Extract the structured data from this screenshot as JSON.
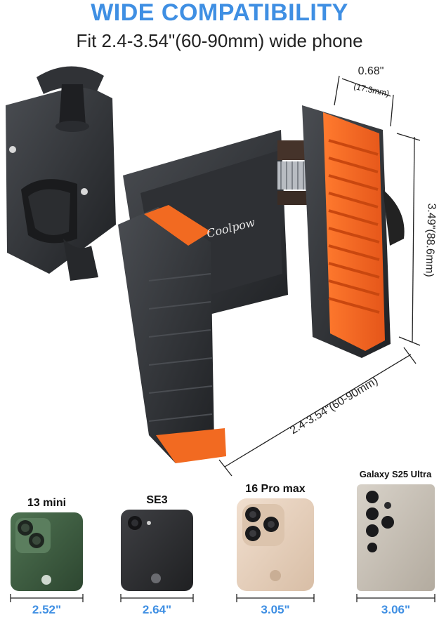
{
  "headline": "WIDE COMPATIBILITY",
  "subheadline": "Fit 2.4-3.54\"(60-90mm) wide phone",
  "brand": "Coolpow",
  "dimensions": {
    "depth_in": "0.68\"",
    "depth_mm": "(17.3mm)",
    "height": "3.49\"(88.6mm)",
    "width_range": "2.4-3.54\"(60-90mm)"
  },
  "phones": [
    {
      "label": "13 mini",
      "width": "2.52\""
    },
    {
      "label": "SE3",
      "width": "2.64\""
    },
    {
      "label": "16 Pro max",
      "width": "3.05\""
    },
    {
      "label": "Galaxy S25 Ultra",
      "width": "3.06\""
    }
  ],
  "colors": {
    "accent_blue": "#3f8fe3",
    "orange": "#f26a21",
    "body_dark": "#2b2d31",
    "phone_green": "#3d5c3f",
    "phone_black": "#2f3033",
    "phone_gold": "#e7d1bd",
    "phone_titanium": "#c9c2b8"
  }
}
